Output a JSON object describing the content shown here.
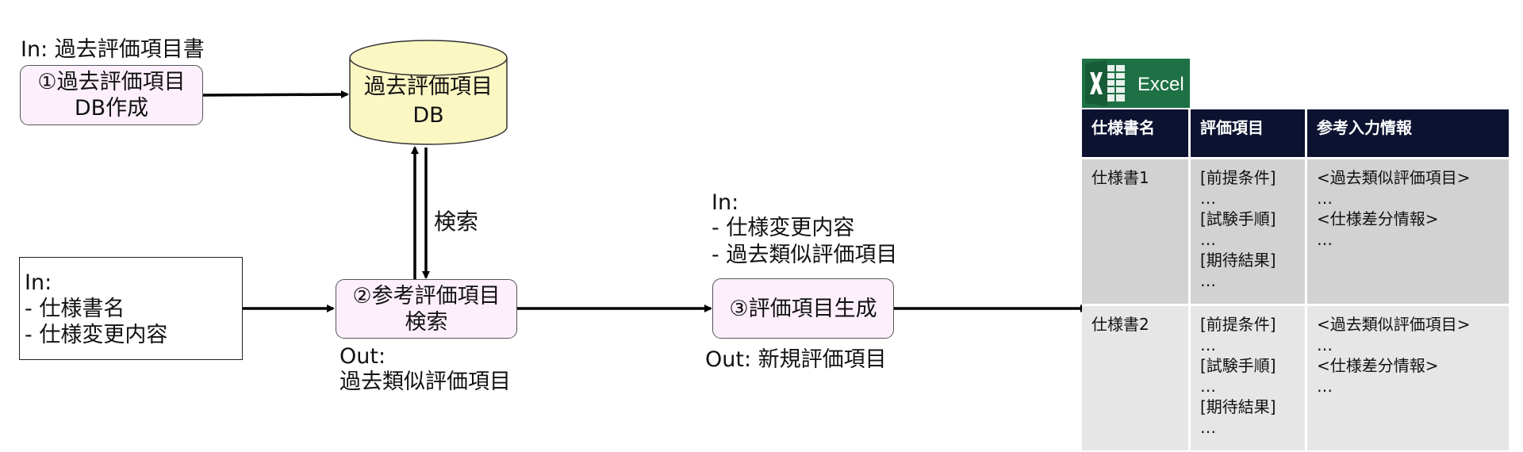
{
  "left_input_top": "In: 過去評価項目書",
  "step1": {
    "line1": "①過去評価項目",
    "line2": "DB作成"
  },
  "db": {
    "line1": "過去評価項目",
    "line2": "DB"
  },
  "search_label": "検索",
  "input_box": {
    "line1": "In:",
    "line2": "- 仕様書名",
    "line3": "- 仕様変更内容"
  },
  "step2": {
    "line1": "②参考評価項目",
    "line2": "検索"
  },
  "step2_out": {
    "line1": "Out:",
    "line2": "過去類似評価項目"
  },
  "step3_in": {
    "line1": "In:",
    "line2": "- 仕様変更内容",
    "line3": "- 過去類似評価項目"
  },
  "step3": {
    "label": "③評価項目生成"
  },
  "step3_out": "Out: 新規評価項目",
  "excel": {
    "label": "Excel",
    "brand_color": "#1e7145"
  },
  "table": {
    "headers": [
      "仕様書名",
      "評価項目",
      "参考入力情報"
    ],
    "rows": [
      {
        "name": "仕様書1",
        "items": "[前提条件]\n…\n[試験手順]\n…\n[期待結果]\n…",
        "refs": "<過去類似評価項目>\n…\n<仕様差分情報>\n…"
      },
      {
        "name": "仕様書2",
        "items": "[前提条件]\n…\n[試験手順]\n…\n[期待結果]\n…",
        "refs": "<過去類似評価項目>\n…\n<仕様差分情報>\n…"
      }
    ]
  }
}
